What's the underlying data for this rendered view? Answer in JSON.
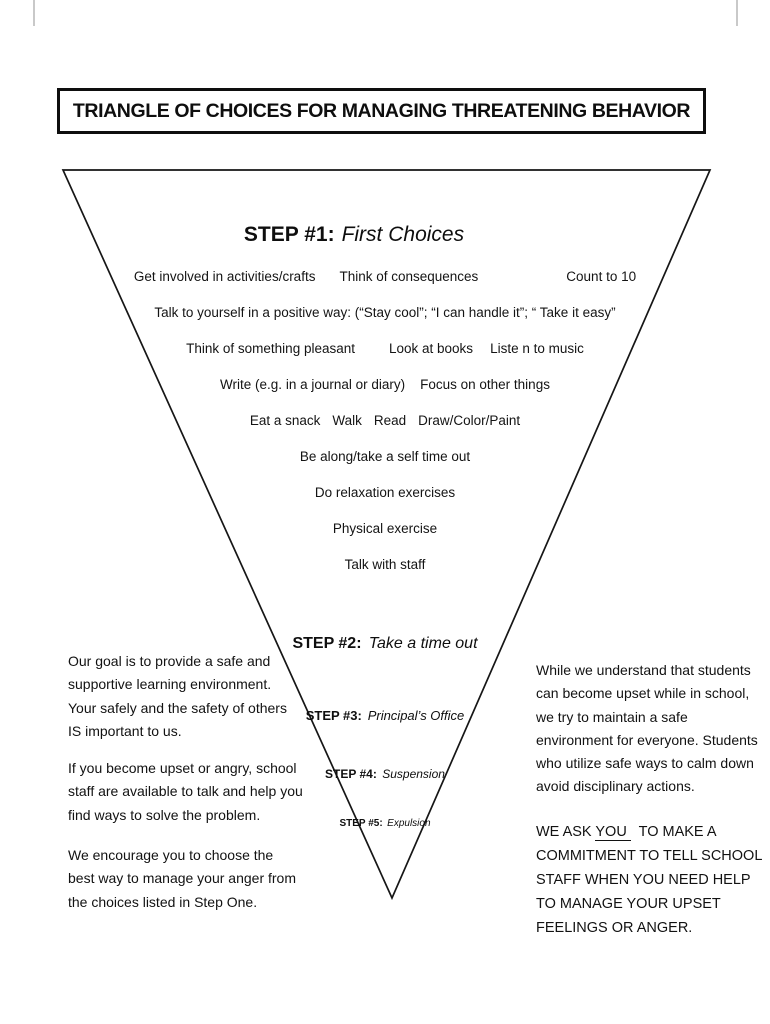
{
  "title": {
    "text": "TRIANGLE OF CHOICES FOR MANAGING THREATENING BEHAVIOR"
  },
  "triangle": {
    "stroke_color": "#161616",
    "step1": {
      "label": "STEP #1:",
      "name": "First Choices",
      "rows": [
        [
          "Get involved in activities/crafts",
          "Think of consequences",
          "Count to 10"
        ],
        [
          "Talk to yourself in a positive way: (“Stay cool”; “I can handle it”; “ Take it easy”"
        ],
        [
          "Think of something pleasant",
          "Look at books",
          "Liste n to music"
        ],
        [
          "Write (e.g. in a journal or diary)",
          "Focus on other things"
        ],
        [
          "Eat a snack",
          "Walk",
          "Read",
          "Draw/Color/Paint"
        ],
        [
          "Be along/take a self time out"
        ],
        [
          "Do relaxation exercises"
        ],
        [
          "Physical exercise"
        ],
        [
          "Talk with staff"
        ]
      ]
    },
    "steps": [
      {
        "label": "STEP #2:",
        "name": "Take a time out"
      },
      {
        "label": "STEP #3:",
        "name": "Principal’s Office"
      },
      {
        "label": "STEP #4:",
        "name": "Suspension"
      },
      {
        "label": "STEP #5:",
        "name": "Expulsion"
      }
    ]
  },
  "left_column": {
    "paragraph_1": {
      "line_1": "Our goal is to provide a safe and",
      "line_2": "supportive learning environment.",
      "line_3": "Your safely and the safety of others",
      "line_4": "IS important to us."
    },
    "paragraph_2": {
      "line_1": "If you become upset or angry, school",
      "line_2": "staff are available to talk and help you",
      "line_3": "find ways to solve the problem."
    },
    "paragraph_3": {
      "line_1": "We encourage you to choose the",
      "line_2": "best way to manage your anger from",
      "line_3": "the choices listed in Step One."
    }
  },
  "right_column": {
    "paragraph_1": {
      "line_1": "While we understand that students",
      "line_2": "can become upset while in school,",
      "line_3": "we try to maintain a safe",
      "line_4": "environment for everyone.  Students",
      "line_5": "who utilize safe ways to calm down",
      "line_6": "avoid disciplinary actions."
    },
    "paragraph_2": {
      "line_1_pre": "WE ASK",
      "line_1_underlined": "YOU",
      "line_1_post": "TO MAKE A",
      "line_2": "COMMITMENT TO TELL SCHOOL",
      "line_3": "STAFF WHEN YOU NEED HELP",
      "line_4": "TO MANAGE YOUR UPSET",
      "line_5": "FEELINGS OR ANGER."
    }
  }
}
